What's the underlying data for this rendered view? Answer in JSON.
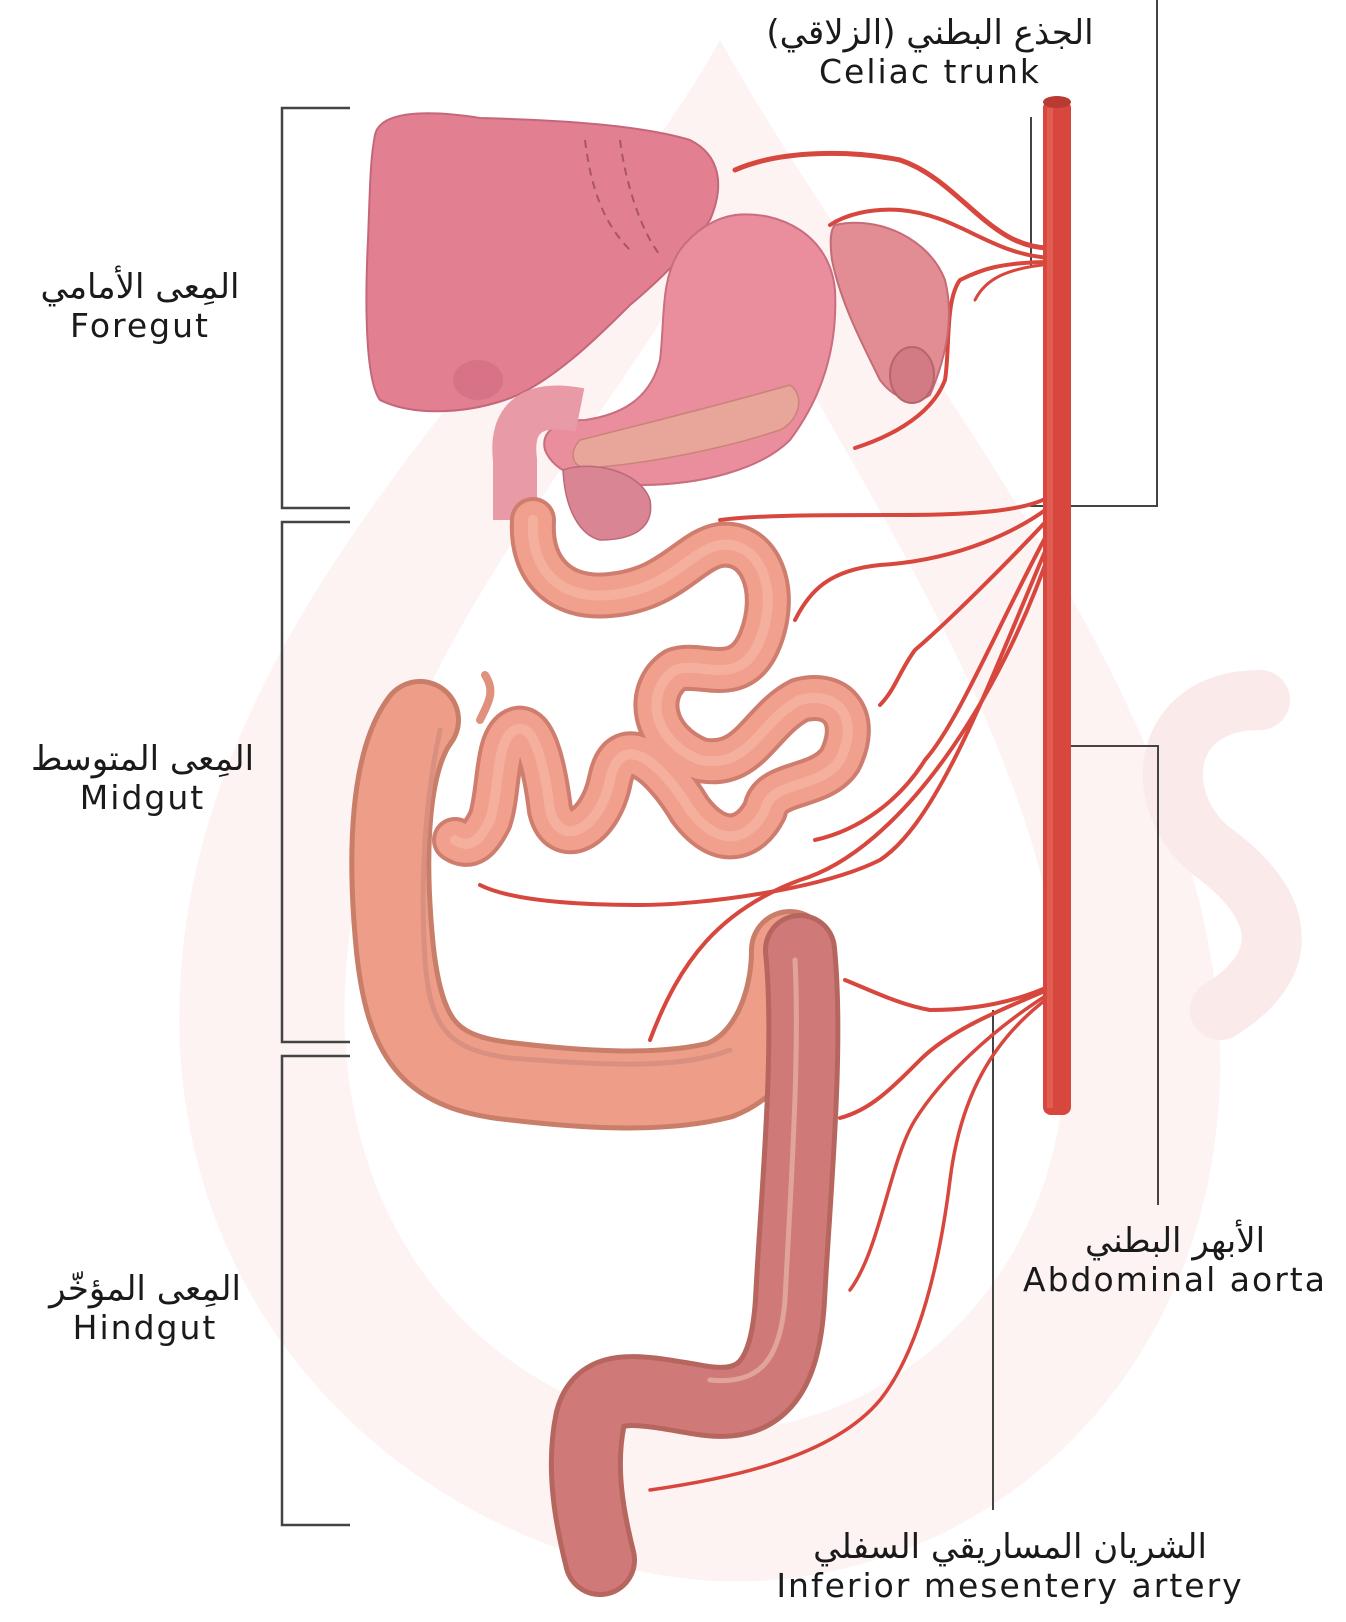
{
  "labels": {
    "celiac": {
      "ar": "الجذع البطني (الزلاقي)",
      "en": "Celiac trunk"
    },
    "foregut": {
      "ar": "المِعى الأمامي",
      "en": "Foregut"
    },
    "midgut": {
      "ar": "المِعى المتوسط",
      "en": "Midgut"
    },
    "hindgut": {
      "ar": "المِعى المؤخّر",
      "en": "Hindgut"
    },
    "aorta": {
      "ar": "الأبهر البطني",
      "en": "Abdominal aorta"
    },
    "ima": {
      "ar": "الشريان المساريقي السفلي",
      "en": "Inferior mesentery artery"
    }
  },
  "colors": {
    "artery": "#d8473d",
    "liver": "#e27f91",
    "stomach": "#ea8d9c",
    "small_intestine": "#f0a08c",
    "colon": "#ee9e88",
    "descending_colon": "#cf7a78",
    "leader_line": "#333333",
    "watermark": "#fbeeee"
  }
}
